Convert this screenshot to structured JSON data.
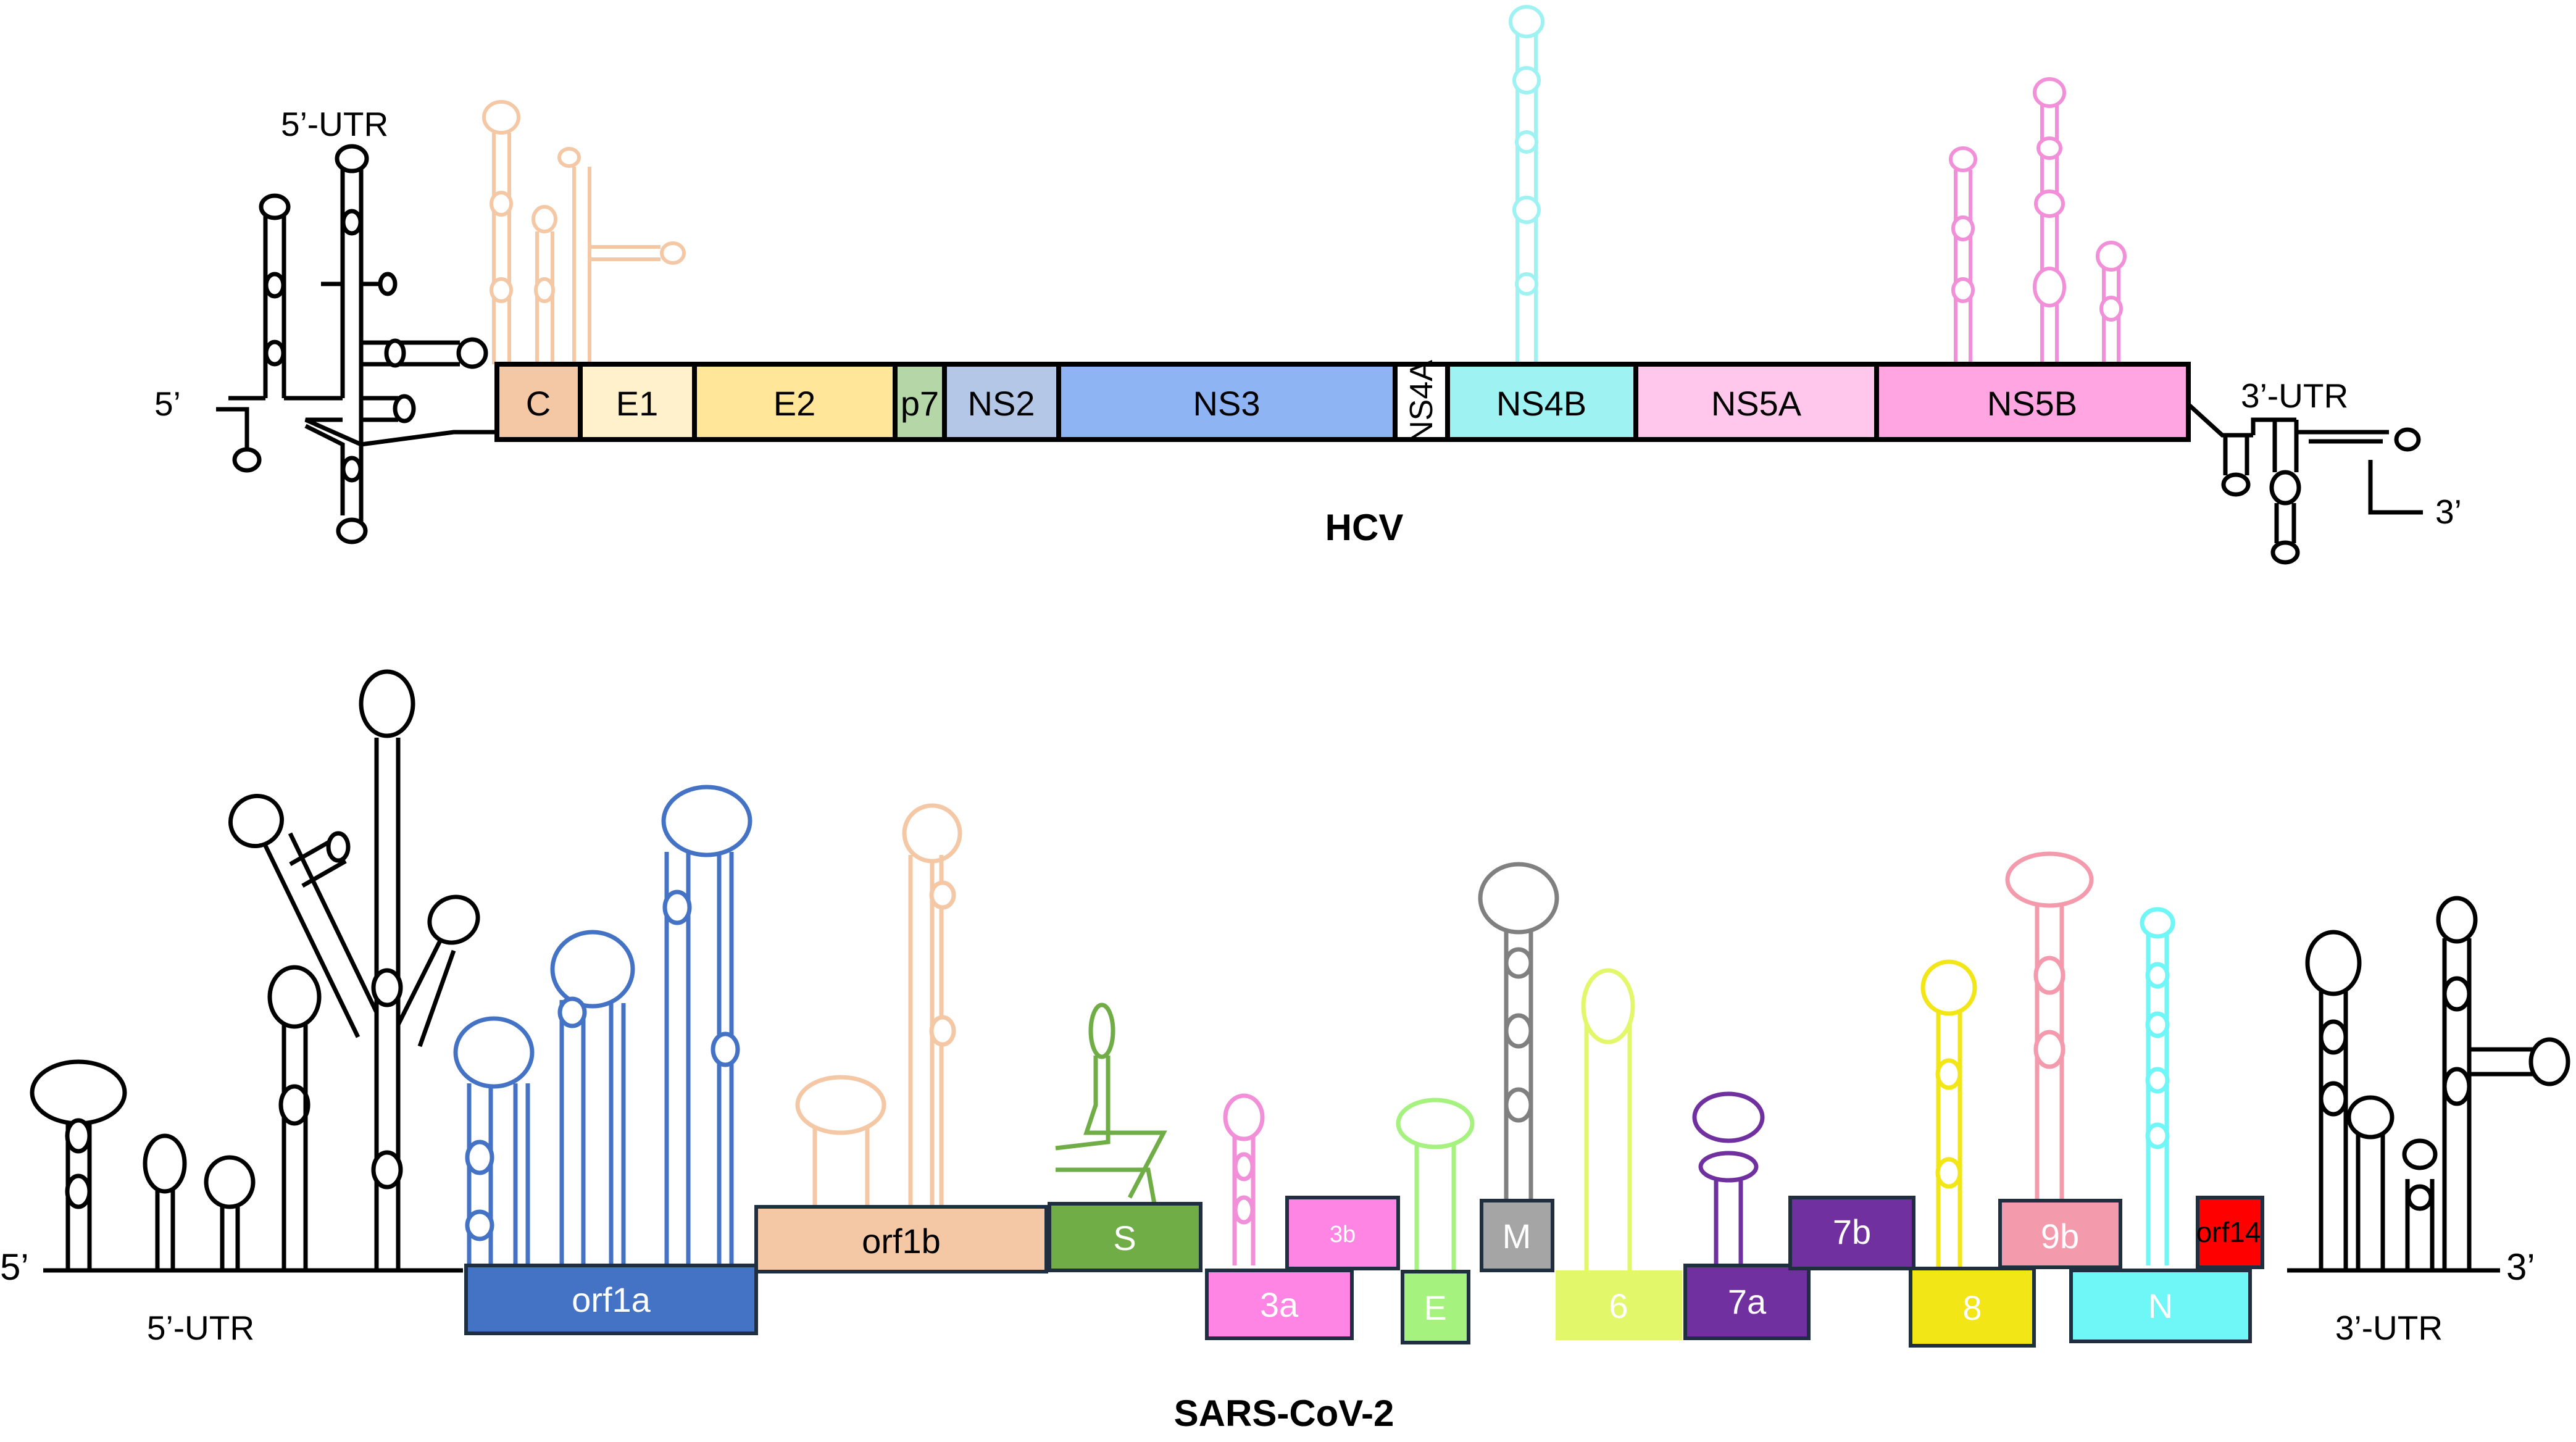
{
  "hcv": {
    "title": "HCV",
    "five_prime": "5’",
    "three_prime": "3’",
    "utr5_label": "5’-UTR",
    "utr3_label": "3’-UTR",
    "genes": [
      {
        "label": "C",
        "color": "#f4c7a5"
      },
      {
        "label": "E1",
        "color": "#fff1cc"
      },
      {
        "label": "E2",
        "color": "#ffe699"
      },
      {
        "label": "p7",
        "color": "#b5d6a7"
      },
      {
        "label": "NS2",
        "color": "#b4c7e7"
      },
      {
        "label": "NS3",
        "color": "#8fb4f4"
      },
      {
        "label": "NS4A",
        "color": "#ffffff"
      },
      {
        "label": "NS4B",
        "color": "#9ff2f2"
      },
      {
        "label": "NS5A",
        "color": "#ffc7ec"
      },
      {
        "label": "NS5B",
        "color": "#ffa6e2"
      }
    ]
  },
  "sars": {
    "title": "SARS-CoV-2",
    "five_prime": "5’",
    "three_prime": "3’",
    "utr5_label": "5’-UTR",
    "utr3_label": "3’-UTR",
    "genes": [
      {
        "label": "orf1a",
        "color": "#4472c4"
      },
      {
        "label": "orf1b",
        "color": "#f4c7a5"
      },
      {
        "label": "S",
        "color": "#70ad47"
      },
      {
        "label": "3b",
        "color": "#ff85e5"
      },
      {
        "label": "3a",
        "color": "#ff85e5"
      },
      {
        "label": "E",
        "color": "#a6f27e"
      },
      {
        "label": "M",
        "color": "#a5a5a5"
      },
      {
        "label": "6",
        "color": "#e3f76b"
      },
      {
        "label": "7a",
        "color": "#7030a0"
      },
      {
        "label": "7b",
        "color": "#7030a0"
      },
      {
        "label": "8",
        "color": "#f2e616"
      },
      {
        "label": "9b",
        "color": "#f49aad"
      },
      {
        "label": "N",
        "color": "#6ff6f6"
      },
      {
        "label": "orf14",
        "color": "#ff0000"
      }
    ]
  },
  "colors": {
    "outline": "#000000",
    "box_border": "#1f2f3f",
    "hcv_peach": "#f4c7a5",
    "hcv_cyan": "#9ff2f2",
    "hcv_pink": "#f28fd9",
    "sars_blue": "#4472c4",
    "sars_peach": "#f4c7a5",
    "sars_green": "#70ad47",
    "sars_pink": "#f28fd9",
    "sars_lightgreen": "#a6f27e",
    "sars_gray": "#808080",
    "sars_yellowgreen": "#e3f76b",
    "sars_purple": "#7030a0",
    "sars_yellow": "#f2e616",
    "sars_rose": "#f49aad",
    "sars_cyan": "#6ff6f6"
  }
}
